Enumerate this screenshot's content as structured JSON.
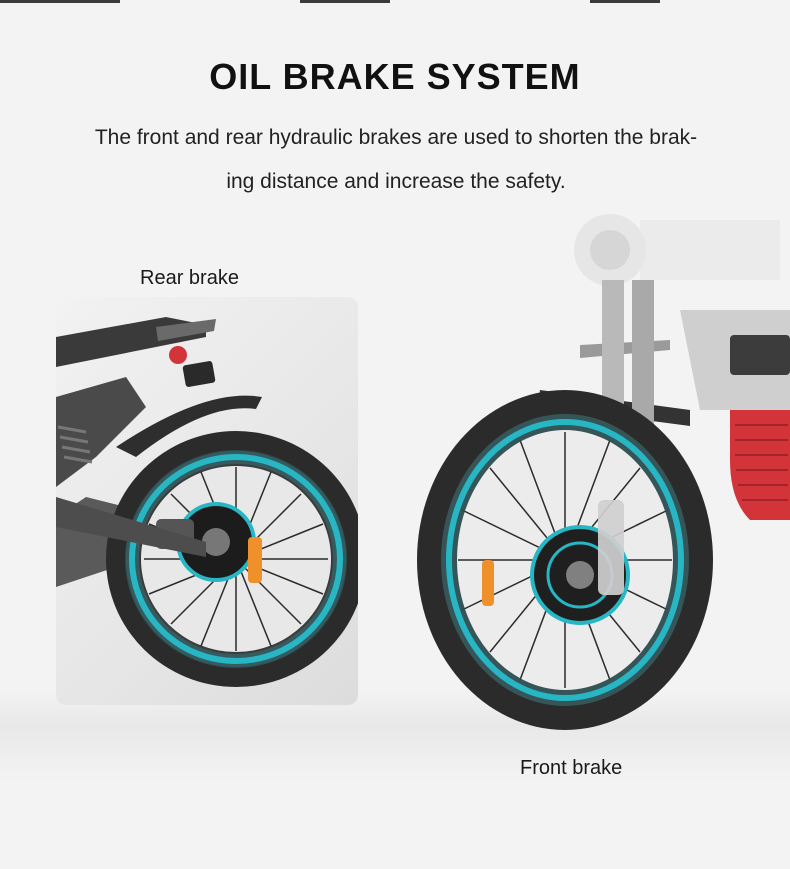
{
  "heading": "OIL BRAKE SYSTEM",
  "description": "The front and rear hydraulic brakes are used to shorten the brak- ing distance and increase the safety.",
  "rear_label": "Rear brake",
  "front_label": "Front brake",
  "colors": {
    "background": "#f3f3f3",
    "highlight_ring": "#27b6c4",
    "tire": "#2b2b2b",
    "reflector": "#f0902a",
    "fender_red": "#d2343a"
  }
}
